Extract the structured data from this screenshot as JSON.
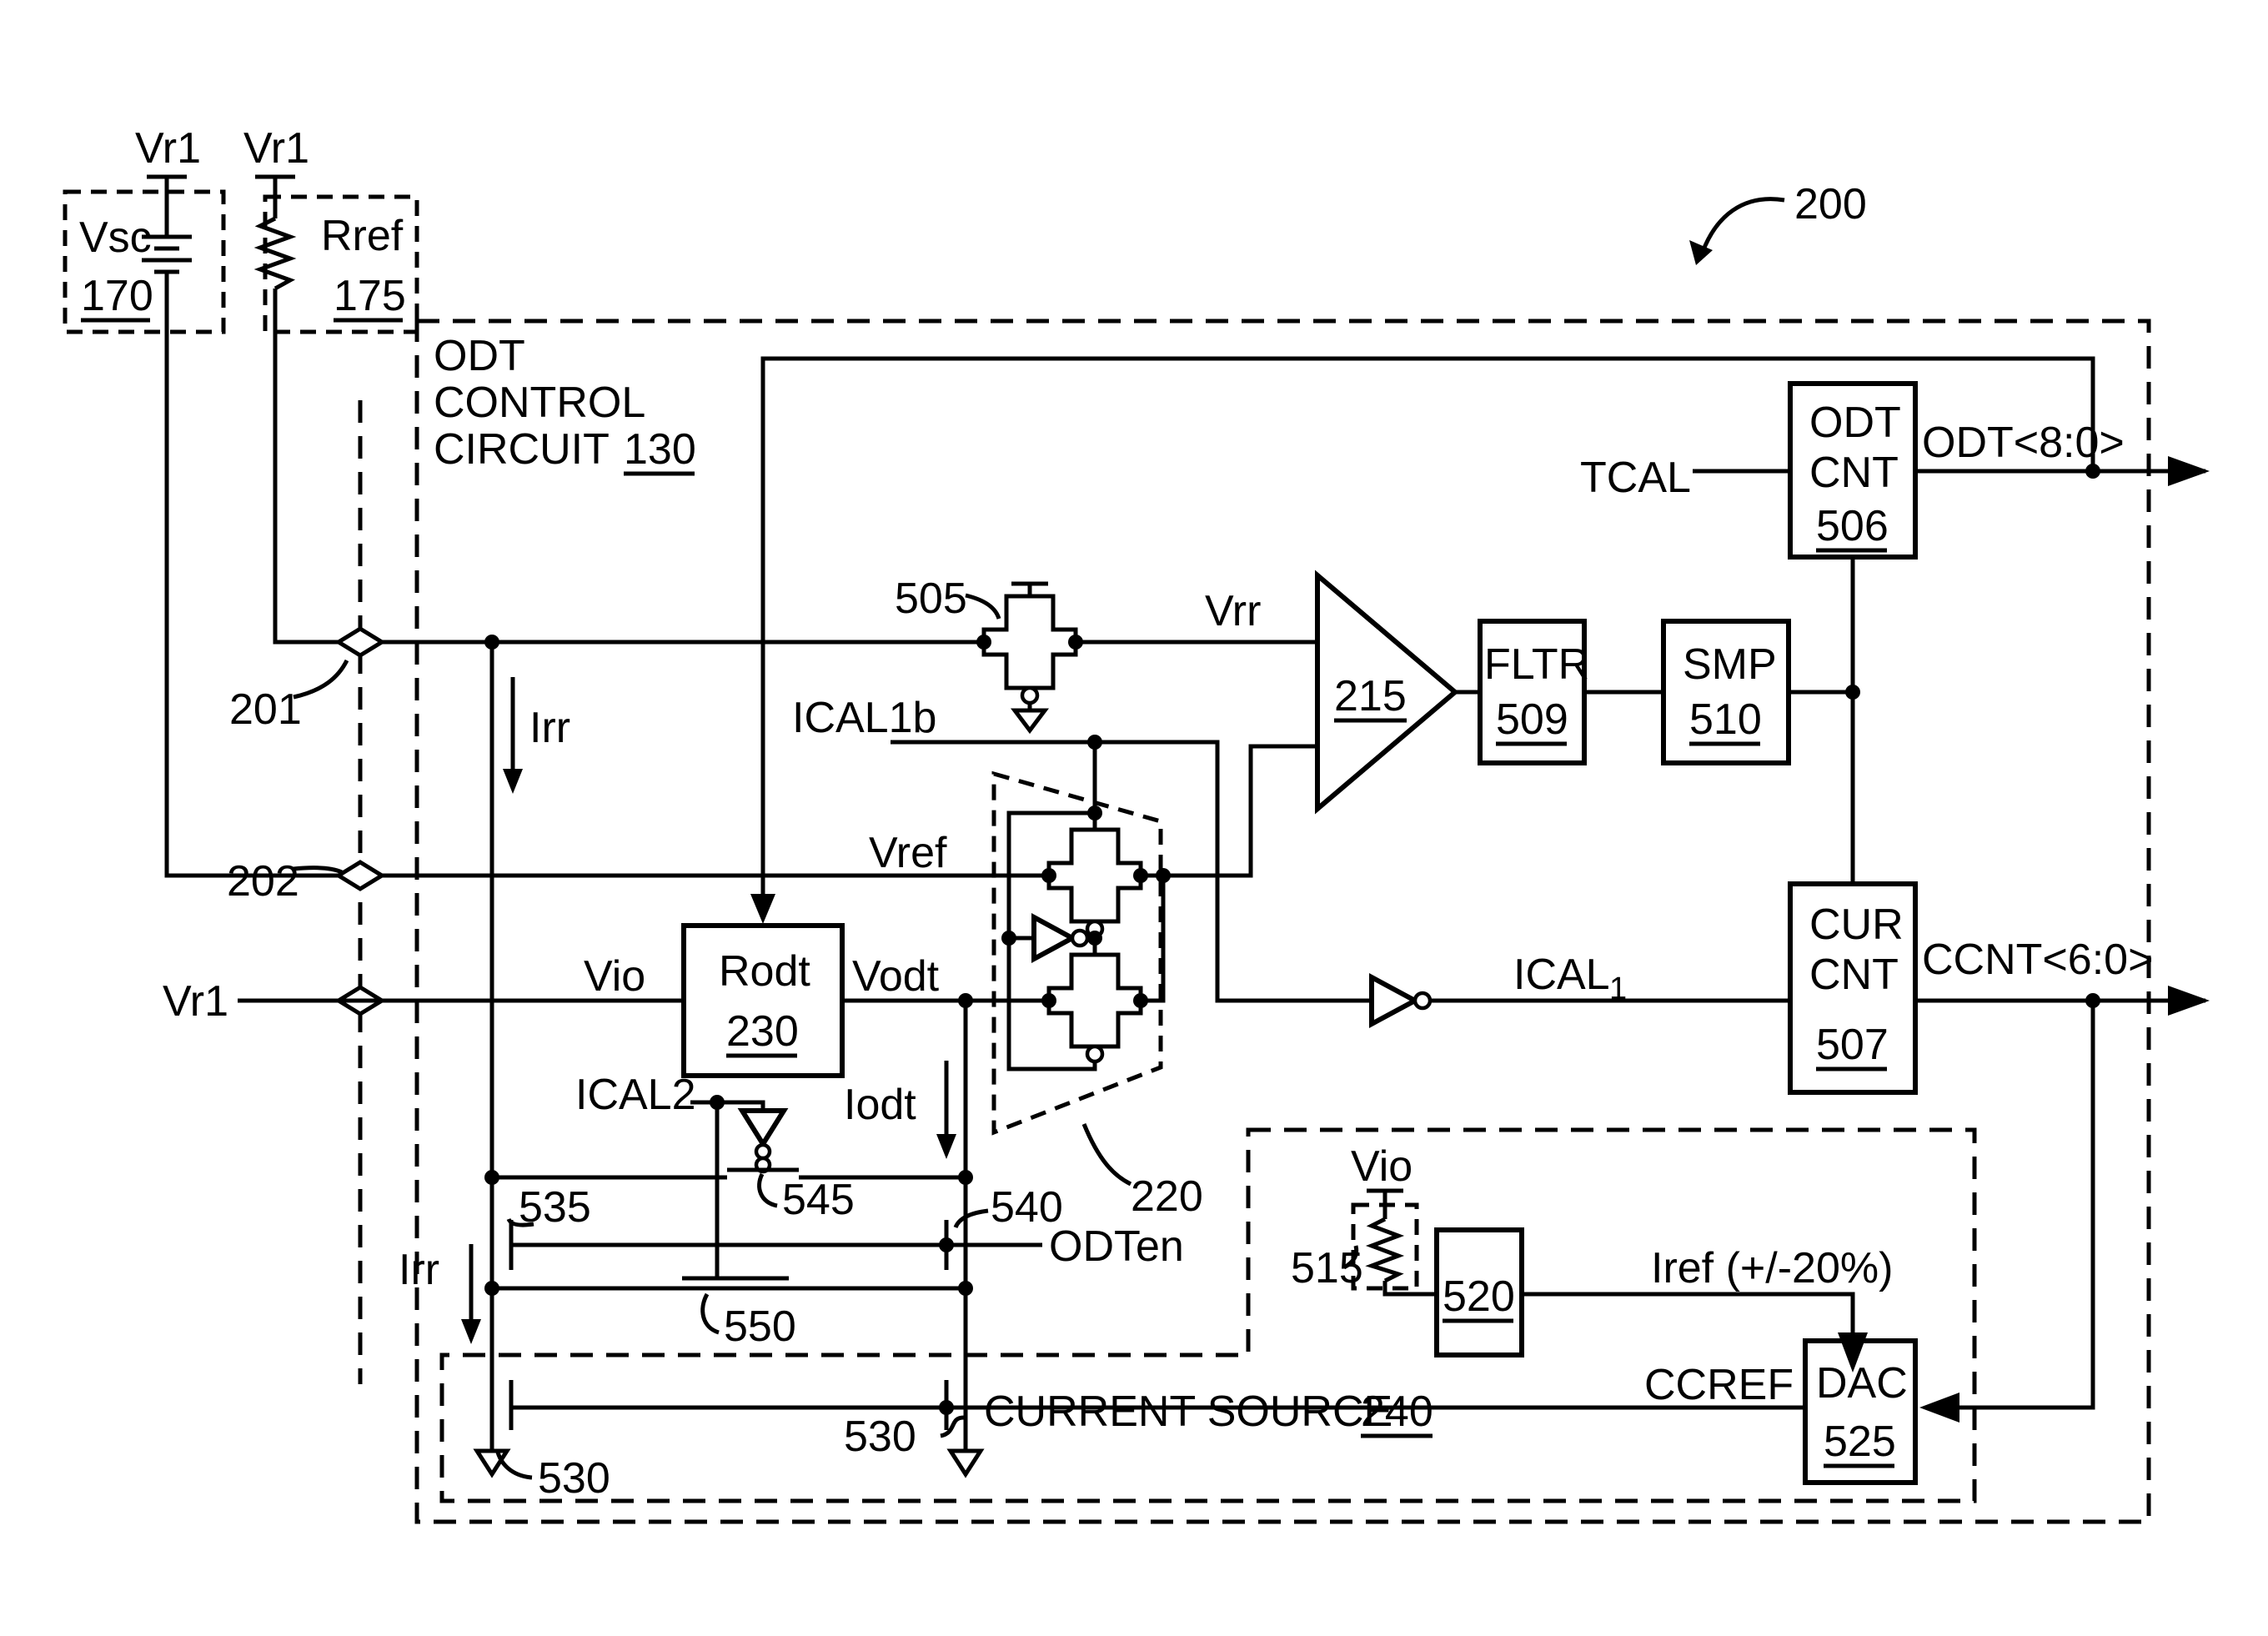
{
  "figure": {
    "ref": "200",
    "colors": {
      "ink": "#000000",
      "paper": "#ffffff"
    }
  },
  "sources": {
    "vr1_top_left": "Vr1",
    "vr1_top_right": "Vr1",
    "vsc": {
      "name": "Vsc",
      "ref": "170"
    },
    "rref": {
      "name": "Rref",
      "ref": "175"
    }
  },
  "pads": {
    "p201": "201",
    "p202": "202",
    "vr1_mid": "Vr1"
  },
  "odt_control": {
    "title_line1": "ODT",
    "title_line2": "CONTROL",
    "title_line3": "CIRCUIT",
    "ref": "130"
  },
  "signals": {
    "vrr": "Vrr",
    "ical1b": "ICAL1b",
    "vref": "Vref",
    "vio": "Vio",
    "vodt": "Vodt",
    "iodt": "Iodt",
    "irr_top": "Irr",
    "irr_bottom": "Irr",
    "ical2": "ICAL2",
    "odten": "ODTen",
    "tcal": "TCAL",
    "odt_bus": "ODT<8:0>",
    "ccnt_bus": "CCNT<6:0>",
    "ical1_base": "ICAL",
    "ical1_sub": "1",
    "ccref": "CCREF",
    "iref": "Iref (+/-20%)"
  },
  "blocks": {
    "comparator": {
      "ref": "215"
    },
    "filter": {
      "name": "FLTR",
      "ref": "509"
    },
    "sampler": {
      "name": "SMP",
      "ref": "510"
    },
    "odt_counter": {
      "line1": "ODT",
      "line2": "CNT",
      "ref": "506"
    },
    "cur_counter": {
      "line1": "CUR",
      "line2": "CNT",
      "ref": "507"
    },
    "rodt": {
      "name": "Rodt",
      "ref": "230"
    },
    "dac": {
      "name": "DAC",
      "ref": "525"
    },
    "block520": {
      "ref": "520"
    },
    "vio_res": {
      "label": "Vio",
      "ref": "515"
    }
  },
  "devices": {
    "passgate505": "505",
    "tgpair220": "220",
    "t535": "535",
    "t540": "540",
    "t545": "545",
    "t550": "550",
    "t530_left": "530",
    "t530_right": "530"
  },
  "current_source": {
    "title": "CURRENT SOURCE",
    "ref": "240"
  }
}
